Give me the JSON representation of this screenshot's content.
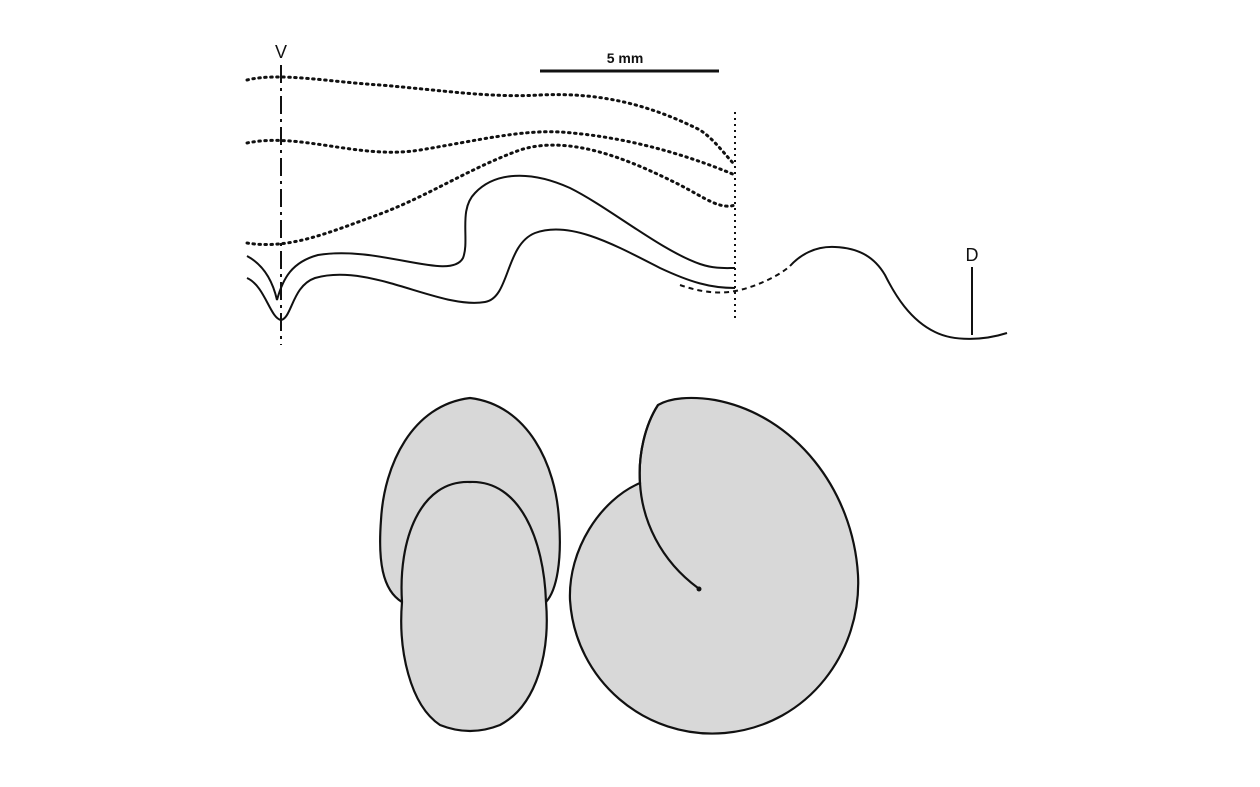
{
  "labels": {
    "ventral": "V",
    "dorsal": "D",
    "scale_bar": "5 mm"
  },
  "colors": {
    "shell_fill": "#d8d8d8",
    "line": "#111111",
    "background": "#ffffff"
  }
}
